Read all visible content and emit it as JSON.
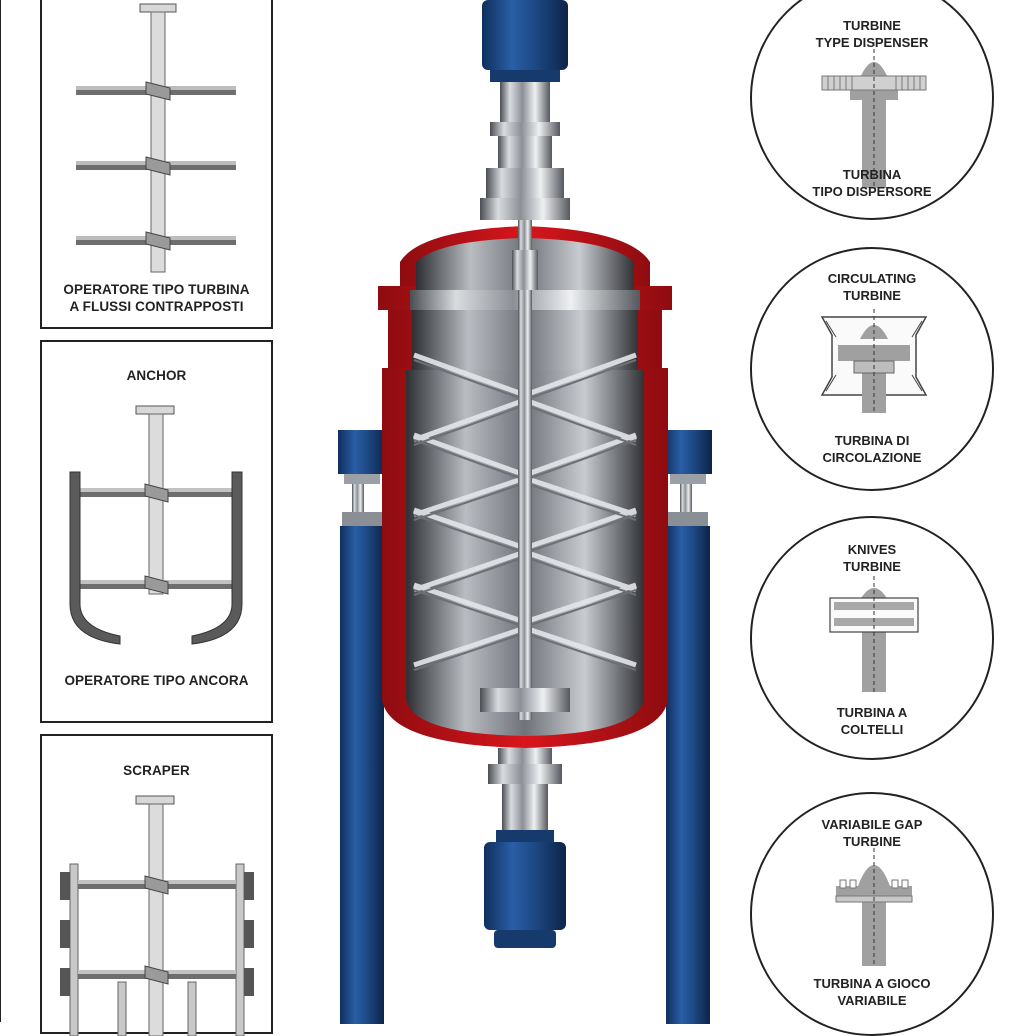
{
  "left_panels": [
    {
      "top_label": "",
      "bottom_label_1": "OPERATORE TIPO TURBINA",
      "bottom_label_2": "A FLUSSI CONTRAPPOSTI"
    },
    {
      "top_label": "ANCHOR",
      "bottom_label_1": "OPERATORE TIPO ANCORA",
      "bottom_label_2": ""
    },
    {
      "top_label": "SCRAPER",
      "bottom_label_1": "",
      "bottom_label_2": ""
    }
  ],
  "right_circles": [
    {
      "en_1": "TURBINE",
      "en_2": "TYPE DISPENSER",
      "it_1": "TURBINA",
      "it_2": "TIPO DISPERSORE"
    },
    {
      "en_1": "CIRCULATING",
      "en_2": "TURBINE",
      "it_1": "TURBINA DI",
      "it_2": "CIRCOLAZIONE"
    },
    {
      "en_1": "KNIVES",
      "en_2": "TURBINE",
      "it_1": "TURBINA A",
      "it_2": "COLTELLI"
    },
    {
      "en_1": "VARIABILE GAP",
      "en_2": "TURBINE",
      "it_1": "TURBINA A GIOCO",
      "it_2": "VARIABILE"
    }
  ],
  "colors": {
    "jacket": "#c8141a",
    "motor": "#1e4a86",
    "steel": "#c9ccd0",
    "line": "#222222",
    "part_gray": "#9a9a9a",
    "dark_gray": "#555555"
  }
}
